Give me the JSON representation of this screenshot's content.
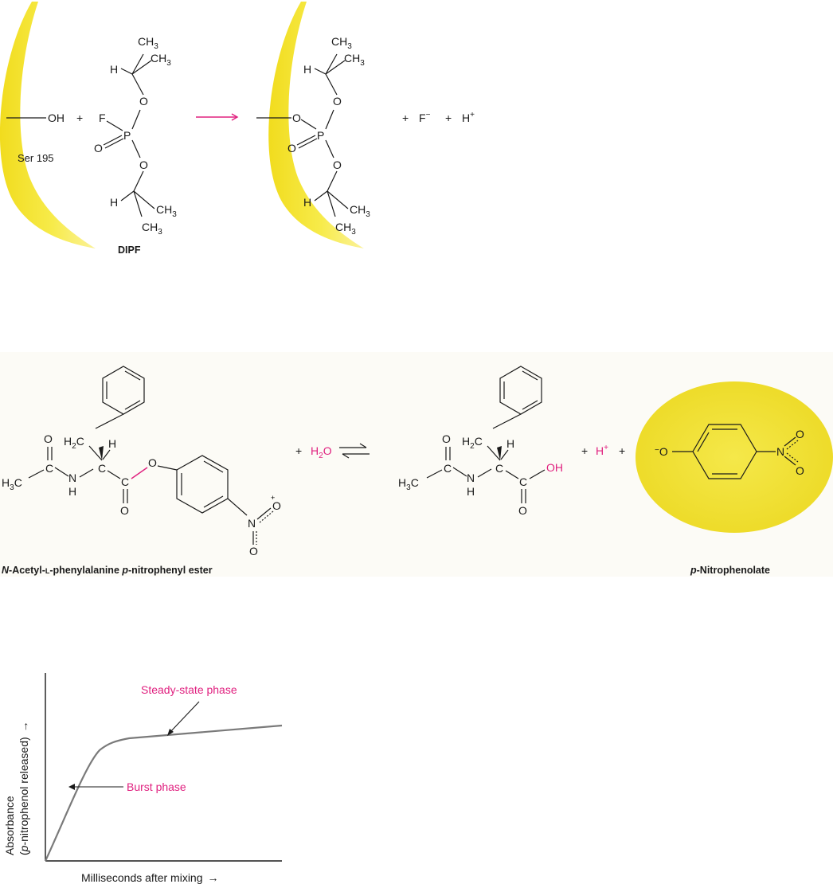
{
  "panel1": {
    "ser_label": "Ser 195",
    "reagent_label": "DIPF",
    "oh": "OH",
    "plus": "+",
    "F": "F",
    "O": "O",
    "P": "P",
    "H": "H",
    "CH": "CH",
    "three": "3",
    "fminus_F": "F",
    "fminus_sign": "−",
    "hplus_H": "H",
    "hplus_sign": "+",
    "enzyme_color": "#f5e63a",
    "arrow_color": "#e0207f"
  },
  "panel2": {
    "reactant_label_prefix": "N",
    "reactant_label_mid": "-Acetyl-",
    "reactant_label_l": "L",
    "reactant_label_mid2": "-phenylalanine ",
    "reactant_label_p": "p",
    "reactant_label_end": "-nitrophenyl ester",
    "product_label_p": "p",
    "product_label_end": "-Nitrophenolate",
    "water_H": "H",
    "water_2": "2",
    "water_O": "O",
    "plus": "+",
    "H3C_H": "H",
    "H3C_3": "3",
    "H3C_C": "C",
    "H2C_H": "H",
    "H2C_2": "2",
    "H2C_C": "C",
    "C": "C",
    "H": "H",
    "N": "N",
    "O": "O",
    "OH": "OH",
    "hplus_H": "H",
    "hplus_sign": "+",
    "phenolate_minus": "−",
    "highlight_color": "#f5e63a",
    "background": "#fcfbf6"
  },
  "panel3": {
    "xlabel": "Milliseconds after mixing",
    "ylabel_line1": "Absorbance",
    "ylabel_line2_open": "(",
    "ylabel_line2_p": "p",
    "ylabel_line2_rest": "-nitrophenol released)",
    "annotation_steady": "Steady-state phase",
    "annotation_burst": "Burst phase",
    "arrow": "→",
    "curve_color": "#7a7a7a",
    "annotation_color": "#e0207f"
  }
}
